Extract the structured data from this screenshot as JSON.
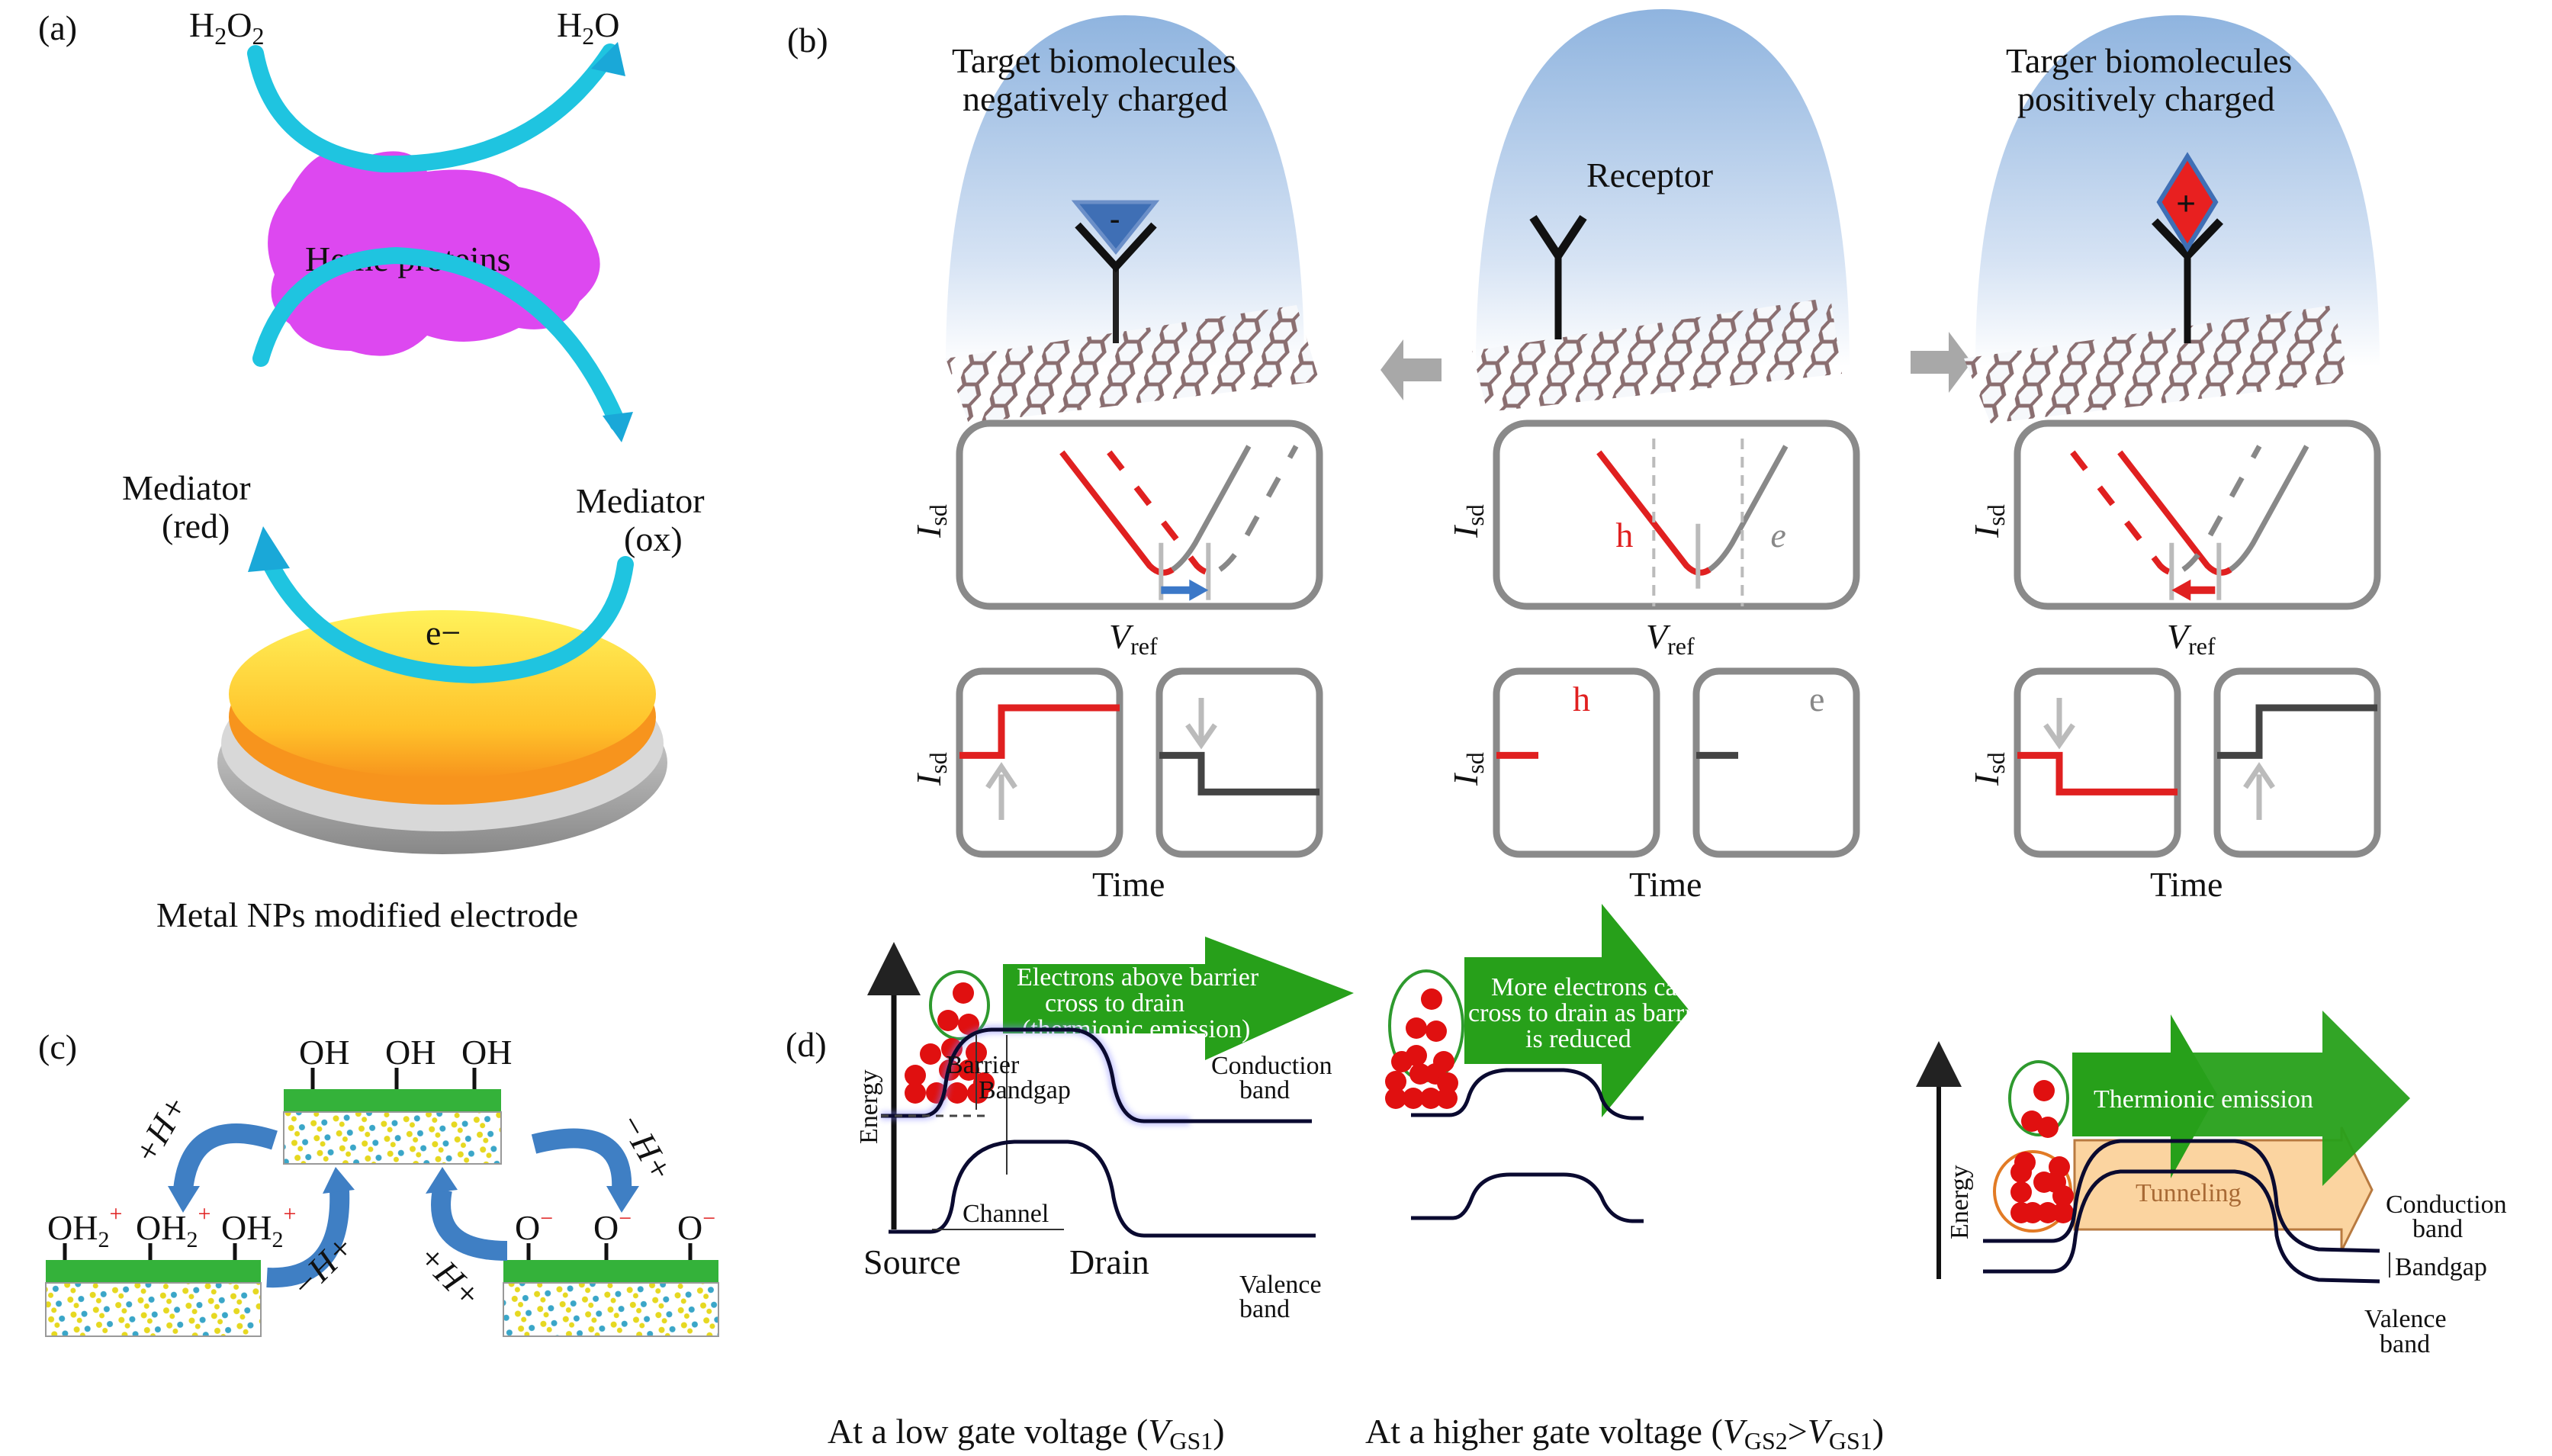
{
  "panel_labels": {
    "a": "(a)",
    "b": "(b)",
    "c": "(c)",
    "d": "(d)"
  },
  "panel_a": {
    "reactant": "H2O2",
    "product": "H2O",
    "protein_label": "Heme proteins",
    "mediator_red": {
      "line1": "Mediator",
      "line2": "(red)"
    },
    "mediator_ox": {
      "line1": "Mediator",
      "line2": "(ox)"
    },
    "electron_label": "e−",
    "caption": "Metal NPs modified electrode",
    "colors": {
      "arrow": "#1fc4e0",
      "protein": "#dd48f0",
      "electrode_top": "#ffd43a",
      "electrode_base": "#bdbdbd"
    }
  },
  "panel_b": {
    "columns": [
      {
        "title_line1": "Target biomolecules",
        "title_line2": "negatively charged",
        "charge_symbol": "-",
        "shift": "right",
        "shift_arrow_color": "#3b78c8"
      },
      {
        "title_line1": "Receptor",
        "title_line2": "",
        "charge_symbol": "",
        "shift": "none",
        "carrier_labels": {
          "hole": "h",
          "electron": "e"
        }
      },
      {
        "title_line1": "Targer biomolecules",
        "title_line2": "positively charged",
        "charge_symbol": "+",
        "shift": "left",
        "shift_arrow_color": "#e02020"
      }
    ],
    "y_axis_label": "I",
    "y_axis_sub": "sd",
    "x_axis_transfer": "V",
    "x_axis_transfer_sub": "ref",
    "x_axis_time": "Time",
    "time_traces": [
      {
        "left": "step-up",
        "right": "step-down"
      },
      {
        "left": "baseline",
        "right": "baseline",
        "left_label": "h",
        "right_label": "e"
      },
      {
        "left": "step-down",
        "right": "step-up"
      }
    ],
    "colors": {
      "hole": "#e02020",
      "electron": "#555555",
      "frame": "#8a8a8a"
    }
  },
  "panel_c": {
    "top_groups": [
      "OH",
      "OH",
      "OH"
    ],
    "left_groups": [
      "OH2+",
      "OH2+",
      "OH2+"
    ],
    "right_groups": [
      "O−",
      "O−",
      "O−"
    ],
    "arrows": [
      "+H+",
      "−H+",
      "−H+",
      "+H+"
    ],
    "colors": {
      "arrow": "#3f7fc4",
      "slab_top": "#34b23a",
      "charge": "#e02020"
    }
  },
  "panel_d": {
    "sub_panels": [
      {
        "banner": [
          "Electrons above barrier",
          "cross to drain",
          "(thermionic emission)"
        ],
        "labels": {
          "barrier": "Barrier",
          "bandgap": "Bandgap",
          "conduction": [
            "Conduction",
            "band"
          ],
          "valence": [
            "Valence",
            "band"
          ],
          "channel": "Channel",
          "source": "Source",
          "drain": "Drain",
          "energy": "Energy"
        },
        "caption": "At a low gate voltage (VGS1)"
      },
      {
        "banner": [
          "More electrons can",
          "cross to drain as barrier",
          "is reduced"
        ],
        "caption": "At a higher gate voltage (VGS2>VGS1)"
      },
      {
        "banner": [
          "Thermionic emission"
        ],
        "tunnel_label": "Tunneling",
        "labels": {
          "conduction": [
            "Conduction",
            "band"
          ],
          "bandgap": "Bandgap",
          "valence": [
            "Valence",
            "band"
          ],
          "energy": "Energy"
        }
      }
    ],
    "colors": {
      "banner": "#27a01a",
      "tunnel": "#fbd4a0",
      "tunnel_text": "#a86a35",
      "electron": "#e01010",
      "band": "#0a0a30",
      "band_glow": "#8080ff"
    }
  }
}
